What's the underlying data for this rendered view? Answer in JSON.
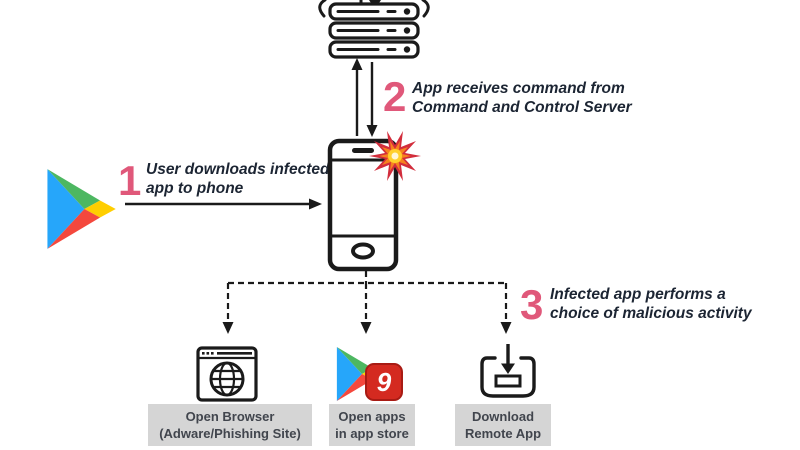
{
  "diagram": {
    "subject": "malware-infection-flow",
    "steps": {
      "step1": {
        "number": "1",
        "line1": "User downloads infected",
        "line2": "app to phone"
      },
      "step2": {
        "number": "2",
        "line1": "App receives command from",
        "line2": "Command and Control Server"
      },
      "step3": {
        "number": "3",
        "line1": "Infected app performs a",
        "line2": "choice of malicious activity"
      }
    },
    "nodes": {
      "server": {
        "icon": "server-stack-cloud-icon"
      },
      "phone": {
        "icon": "smartphone-icon",
        "badge_icon": "burst-collision-icon"
      },
      "play_store": {
        "icon": "google-play-icon"
      }
    },
    "outcomes": {
      "browser": {
        "icon": "browser-globe-icon",
        "line1": "Open Browser",
        "line2": "(Adware/Phishing Site)"
      },
      "appstore": {
        "icon": "google-play-icon",
        "badge_icon": "nine-apps-badge-icon",
        "badge_text": "9",
        "line1": "Open apps",
        "line2": "in app store"
      },
      "download": {
        "icon": "download-tray-icon",
        "line1": "Download",
        "line2": "Remote App"
      }
    },
    "colors": {
      "accent_pink": "#e0587a",
      "step_text": "#1c2533",
      "outline_black": "#1a1a1a",
      "label_bg": "#d5d5d5",
      "label_text": "#41454d",
      "play_blue": "#26a6fa",
      "play_green": "#4db761",
      "play_yellow": "#ffce00",
      "play_red": "#f4483d",
      "burst_red": "#d22d3c",
      "burst_orange": "#f6821f",
      "burst_yellow": "#ffd02c",
      "badge_red": "#d42a20"
    }
  }
}
